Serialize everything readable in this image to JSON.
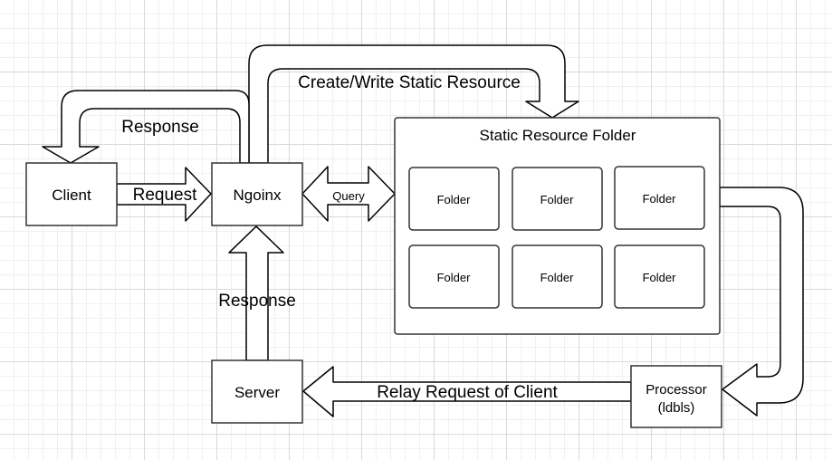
{
  "nodes": {
    "client": "Client",
    "nginx": "Ngoinx",
    "server": "Server",
    "processor_line1": "Processor",
    "processor_line2": "(ldbls)",
    "static_folder_title": "Static Resource Folder",
    "folders": [
      "Folder",
      "Folder",
      "Folder",
      "Folder",
      "Folder",
      "Folder"
    ]
  },
  "edges": {
    "create_write": "Create/Write Static Resource",
    "response_top": "Response",
    "request": "Request",
    "query": "Query",
    "response_mid": "Response",
    "relay": "Relay Request of Client"
  }
}
